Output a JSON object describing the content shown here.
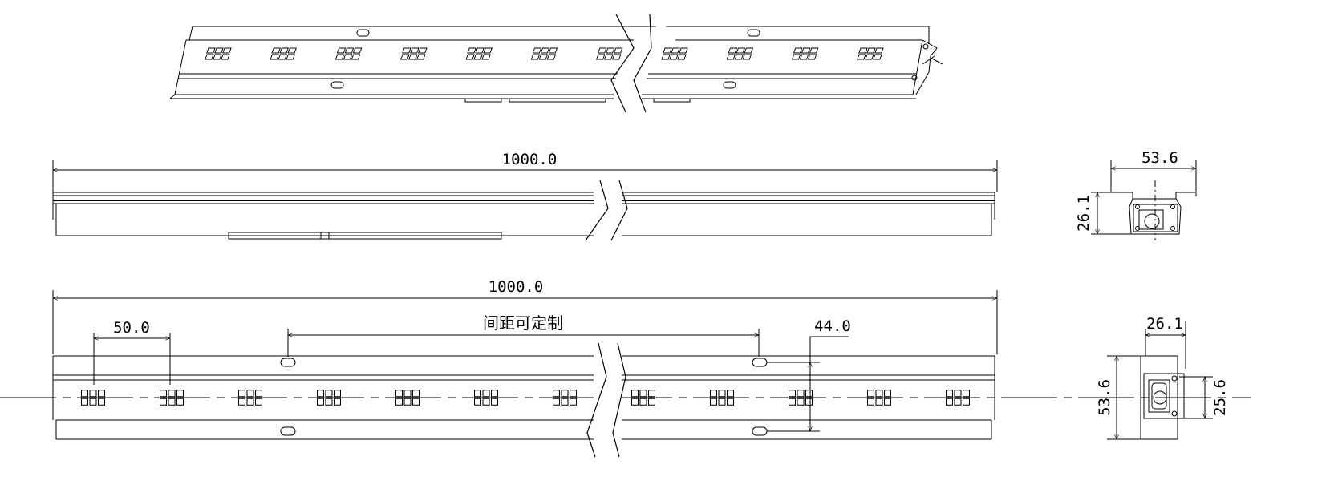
{
  "drawing": {
    "stroke_color": "#000000",
    "background": "#ffffff",
    "label_font_mm": 19
  },
  "side_view": {
    "length_label": "1000.0"
  },
  "front_view": {
    "length_label": "1000.0",
    "led_pitch_label": "50.0",
    "mount_spacing_label": "间距可定制",
    "hole_offset_label": "44.0",
    "led_group_count": 12
  },
  "end_view_top": {
    "width_label": "53.6",
    "height_label": "26.1"
  },
  "end_view_bottom": {
    "depth_label": "26.1",
    "height_label": "53.6",
    "lens_label": "25.6"
  }
}
